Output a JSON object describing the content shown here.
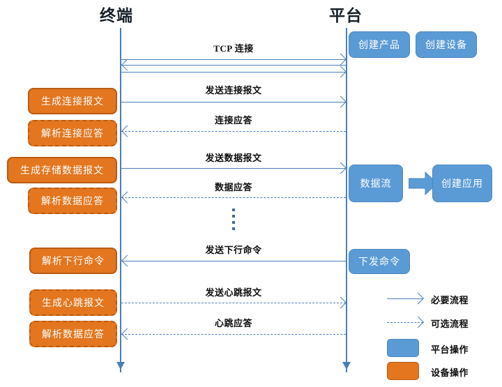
{
  "diagram": {
    "actors": {
      "left": "终端",
      "right": "平台"
    },
    "messages": [
      {
        "label": "TCP 连接"
      },
      {
        "label": "发送连接报文"
      },
      {
        "label": "连接应答"
      },
      {
        "label": "发送数据报文"
      },
      {
        "label": "数据应答"
      },
      {
        "label": "发送下行命令"
      },
      {
        "label": "发送心跳报文"
      },
      {
        "label": "心跳应答"
      }
    ],
    "device_boxes": [
      {
        "label": "生成连接报文",
        "style": "solid"
      },
      {
        "label": "解析连接应答",
        "style": "dashed"
      },
      {
        "label": "生成存储数据报文",
        "style": "solid"
      },
      {
        "label": "解析数据应答",
        "style": "dashed"
      },
      {
        "label": "解析下行命令",
        "style": "solid"
      },
      {
        "label": "生成心跳报文",
        "style": "dashed"
      },
      {
        "label": "解析数据应答",
        "style": "dashed"
      }
    ],
    "platform_boxes": [
      {
        "label": "创建产品"
      },
      {
        "label": "创建设备"
      },
      {
        "label": "数据流"
      },
      {
        "label": "创建应用"
      },
      {
        "label": "下发命令"
      }
    ],
    "legend": [
      {
        "kind": "solid-arrow",
        "label": "必要流程"
      },
      {
        "kind": "dashed-arrow",
        "label": "可选流程"
      },
      {
        "kind": "platform-swatch",
        "label": "平台操作"
      },
      {
        "kind": "device-swatch",
        "label": "设备操作"
      }
    ],
    "colors": {
      "platform": "#5b9bd5",
      "device": "#e3761e",
      "line": "#4a7ebb",
      "text": "#0d0d0d"
    }
  }
}
